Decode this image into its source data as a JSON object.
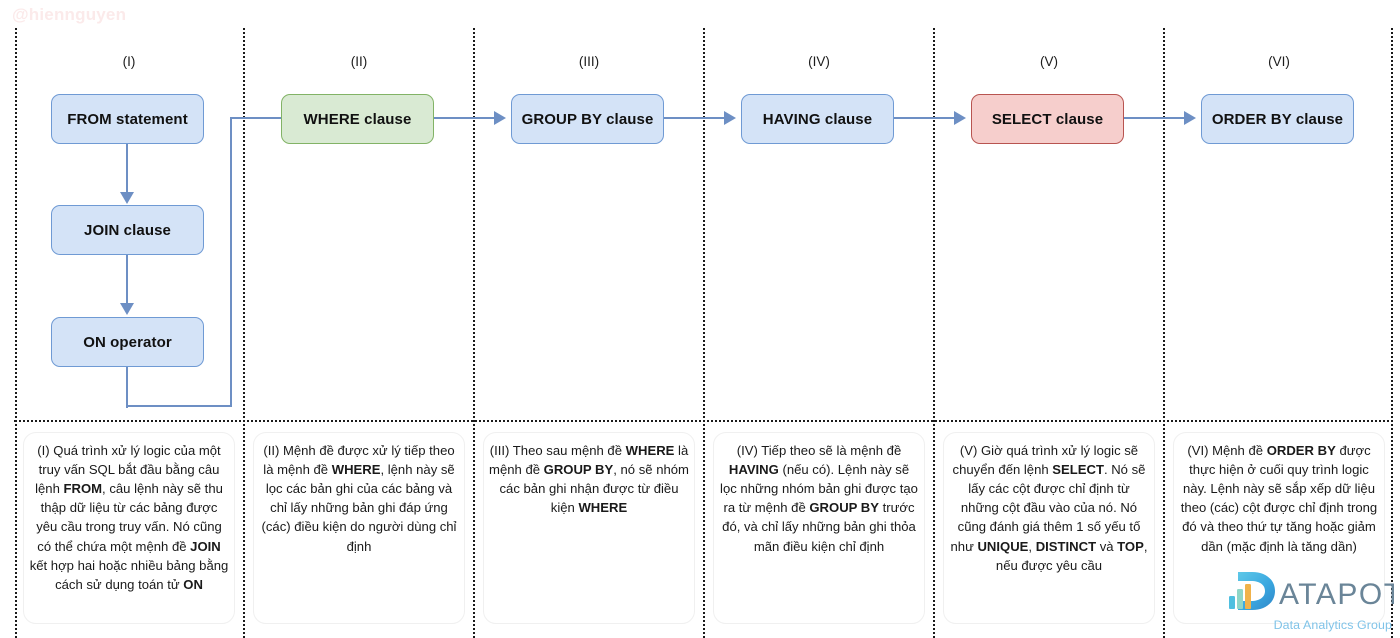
{
  "watermark": "@hiennguyen",
  "columns": [
    {
      "label": "(I)"
    },
    {
      "label": "(II)"
    },
    {
      "label": "(III)"
    },
    {
      "label": "(IV)"
    },
    {
      "label": "(V)"
    },
    {
      "label": "(VI)"
    }
  ],
  "nodes": [
    {
      "id": "from",
      "label": "FROM statement",
      "color": "#d4e3f7",
      "border": "#6f9ad4"
    },
    {
      "id": "join",
      "label": "JOIN clause",
      "color": "#d4e3f7",
      "border": "#6f9ad4"
    },
    {
      "id": "on",
      "label": "ON operator",
      "color": "#d4e3f7",
      "border": "#6f9ad4"
    },
    {
      "id": "where",
      "label": "WHERE clause",
      "color": "#d9ead3",
      "border": "#82b366"
    },
    {
      "id": "groupby",
      "label": "GROUP BY clause",
      "color": "#d4e3f7",
      "border": "#6f9ad4"
    },
    {
      "id": "having",
      "label": "HAVING clause",
      "color": "#d4e3f7",
      "border": "#6f9ad4"
    },
    {
      "id": "select",
      "label": "SELECT clause",
      "color": "#f6cecc",
      "border": "#b85450"
    },
    {
      "id": "orderby",
      "label": "ORDER BY clause",
      "color": "#d4e3f7",
      "border": "#6f9ad4"
    }
  ],
  "descriptions": {
    "d1_html": "(I) Quá trình xử lý logic của một truy vấn SQL bắt đầu bằng câu lệnh <b>FROM</b>, câu lệnh này sẽ thu thập dữ liệu từ các bảng được yêu cầu trong truy vấn. Nó cũng có thể chứa một mệnh đề <b>JOIN</b> kết hợp hai hoặc nhiều bảng bằng cách sử dụng toán tử <b>ON</b>",
    "d2_html": "(II) Mệnh đề được xử lý tiếp theo là mệnh đề <b>WHERE</b>, lệnh này sẽ lọc các bản ghi của các bảng và chỉ lấy những bản ghi đáp ứng (các) điều kiện do người dùng chỉ định",
    "d3_html": "(III) Theo sau mệnh đề <b>WHERE</b> là mệnh đề <b>GROUP BY</b>, nó sẽ nhóm các bản ghi nhận được từ điều kiện <b>WHERE</b>",
    "d4_html": "(IV) Tiếp theo sẽ là mệnh đề <b>HAVING</b> (nếu có). Lệnh này sẽ lọc những nhóm bản ghi được tạo ra từ mệnh đề <b>GROUP BY</b> trước đó, và chỉ lấy những bản ghi thỏa mãn điều kiện chỉ định",
    "d5_html": "(V) Giờ quá trình xử lý logic sẽ chuyển đến lệnh <b>SELECT</b>. Nó sẽ lấy các cột được chỉ định từ những cột đầu vào của nó. Nó cũng đánh giá thêm 1 số yếu tố như <b>UNIQUE</b>, <b>DISTINCT</b> và <b>TOP</b>, nếu được yêu cầu",
    "d6_html": "(VI) Mệnh đề <b>ORDER BY</b> được thực hiện ở cuối quy trình logic này. Lệnh này sẽ sắp xếp dữ liệu theo (các) cột được chỉ định trong đó và theo thứ tự tăng hoặc giảm dần (mặc định là tăng dần)"
  },
  "logo": {
    "mark": "D",
    "wordmark": "ATAPOT",
    "tagline": "Data Analytics Group",
    "mark_color": "#3eb0e6",
    "wordmark_color": "#5c7b92",
    "tagline_color": "#7fc3e8"
  },
  "colors": {
    "connector": "#6d8fc4",
    "separator": "#1a1a1a",
    "watermark": "#fbeaea"
  }
}
